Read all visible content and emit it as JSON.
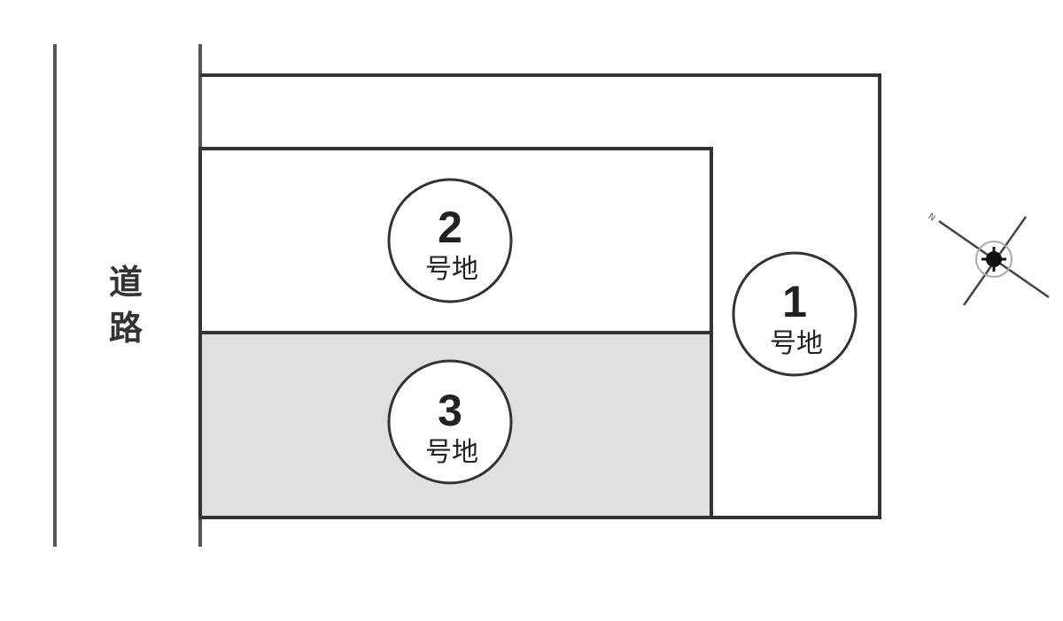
{
  "road": {
    "label_1": "道",
    "label_2": "路"
  },
  "lots": [
    {
      "number": "1",
      "label": "号地",
      "shaded": false
    },
    {
      "number": "2",
      "label": "号地",
      "shaded": false
    },
    {
      "number": "3",
      "label": "号地",
      "shaded": true
    }
  ],
  "compass": {
    "north_label": "N"
  },
  "colors": {
    "line": "#333333",
    "shaded_lot": "#e0e0e0"
  }
}
